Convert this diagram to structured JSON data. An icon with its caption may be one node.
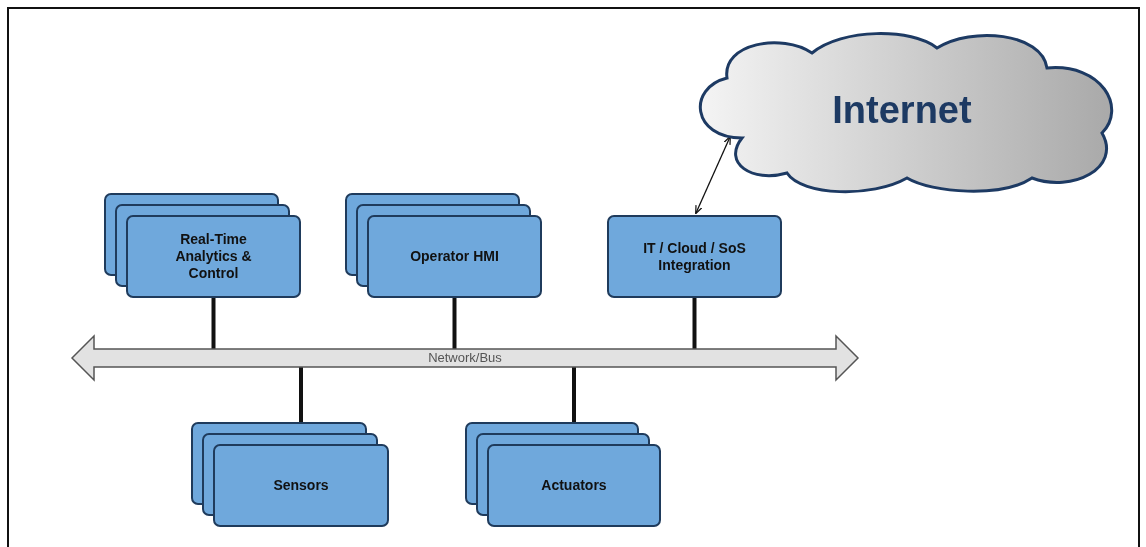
{
  "diagram": {
    "nodes": [
      {
        "text": [
          "Internet"
        ]
      },
      {
        "text": [
          "Real-Time Analytics & Control"
        ]
      },
      {
        "text": [
          "Operator HMI"
        ]
      },
      {
        "text": [
          "IT / Cloud / SoS Integration"
        ]
      },
      {
        "text": [
          "Network/Bus"
        ]
      },
      {
        "text": [
          "Sensors"
        ]
      },
      {
        "text": [
          "Actuators"
        ]
      }
    ],
    "edges": [
      {
        "from": 0,
        "to": 3,
        "arrow": "both"
      },
      {
        "from": 1,
        "to": 4,
        "arrow": "none"
      },
      {
        "from": 2,
        "to": 4,
        "arrow": "none"
      },
      {
        "from": 3,
        "to": 4,
        "arrow": "none"
      },
      {
        "from": 4,
        "to": 5,
        "arrow": "none"
      },
      {
        "from": 4,
        "to": 6,
        "arrow": "none"
      }
    ]
  }
}
